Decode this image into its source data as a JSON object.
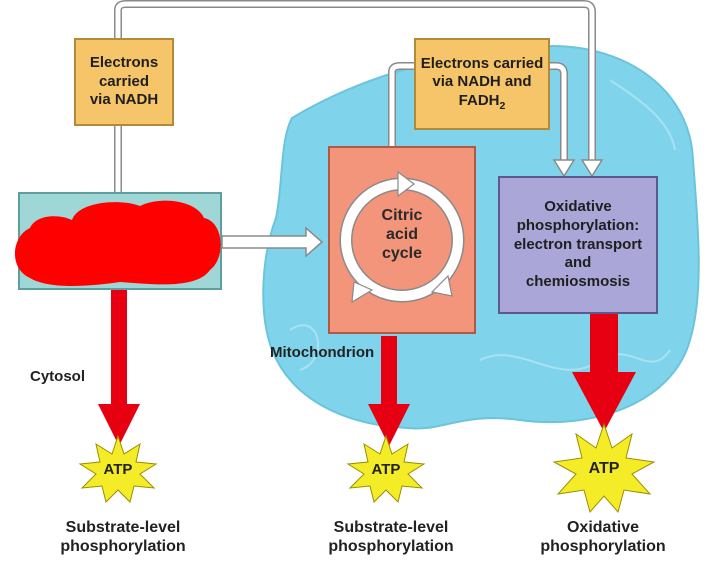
{
  "boxes": {
    "electrons_nadh": "Electrons\ncarried\nvia NADH",
    "electrons_nadh_fadh": {
      "line1": "Electrons carried",
      "line2": "via NADH and",
      "fadh_base": "FADH",
      "fadh_sub": "2"
    },
    "citric_acid_cycle": "Citric\nacid\ncycle",
    "oxidative_phosphorylation": "Oxidative\nphosphorylation:\nelectron transport\nand\nchemiosmosis"
  },
  "labels": {
    "cytosol": "Cytosol",
    "mitochondrion": "Mitochondrion"
  },
  "atp": {
    "left": "ATP",
    "middle": "ATP",
    "right": "ATP"
  },
  "outputs": {
    "left": "Substrate-level\nphosphorylation",
    "middle": "Substrate-level\nphosphorylation",
    "right": "Oxidative\nphosphorylation"
  },
  "colors": {
    "mitochondrion": "#7fd4ec",
    "nadh_box": "#f6c56a",
    "glycolysis_box": "#9fd6d6",
    "citric_box": "#f2957a",
    "oxphos_box": "#aaa6d8",
    "red_arrow": "#e60012",
    "atp_burst": "#f5ec28",
    "redaction": "#ff0000"
  }
}
